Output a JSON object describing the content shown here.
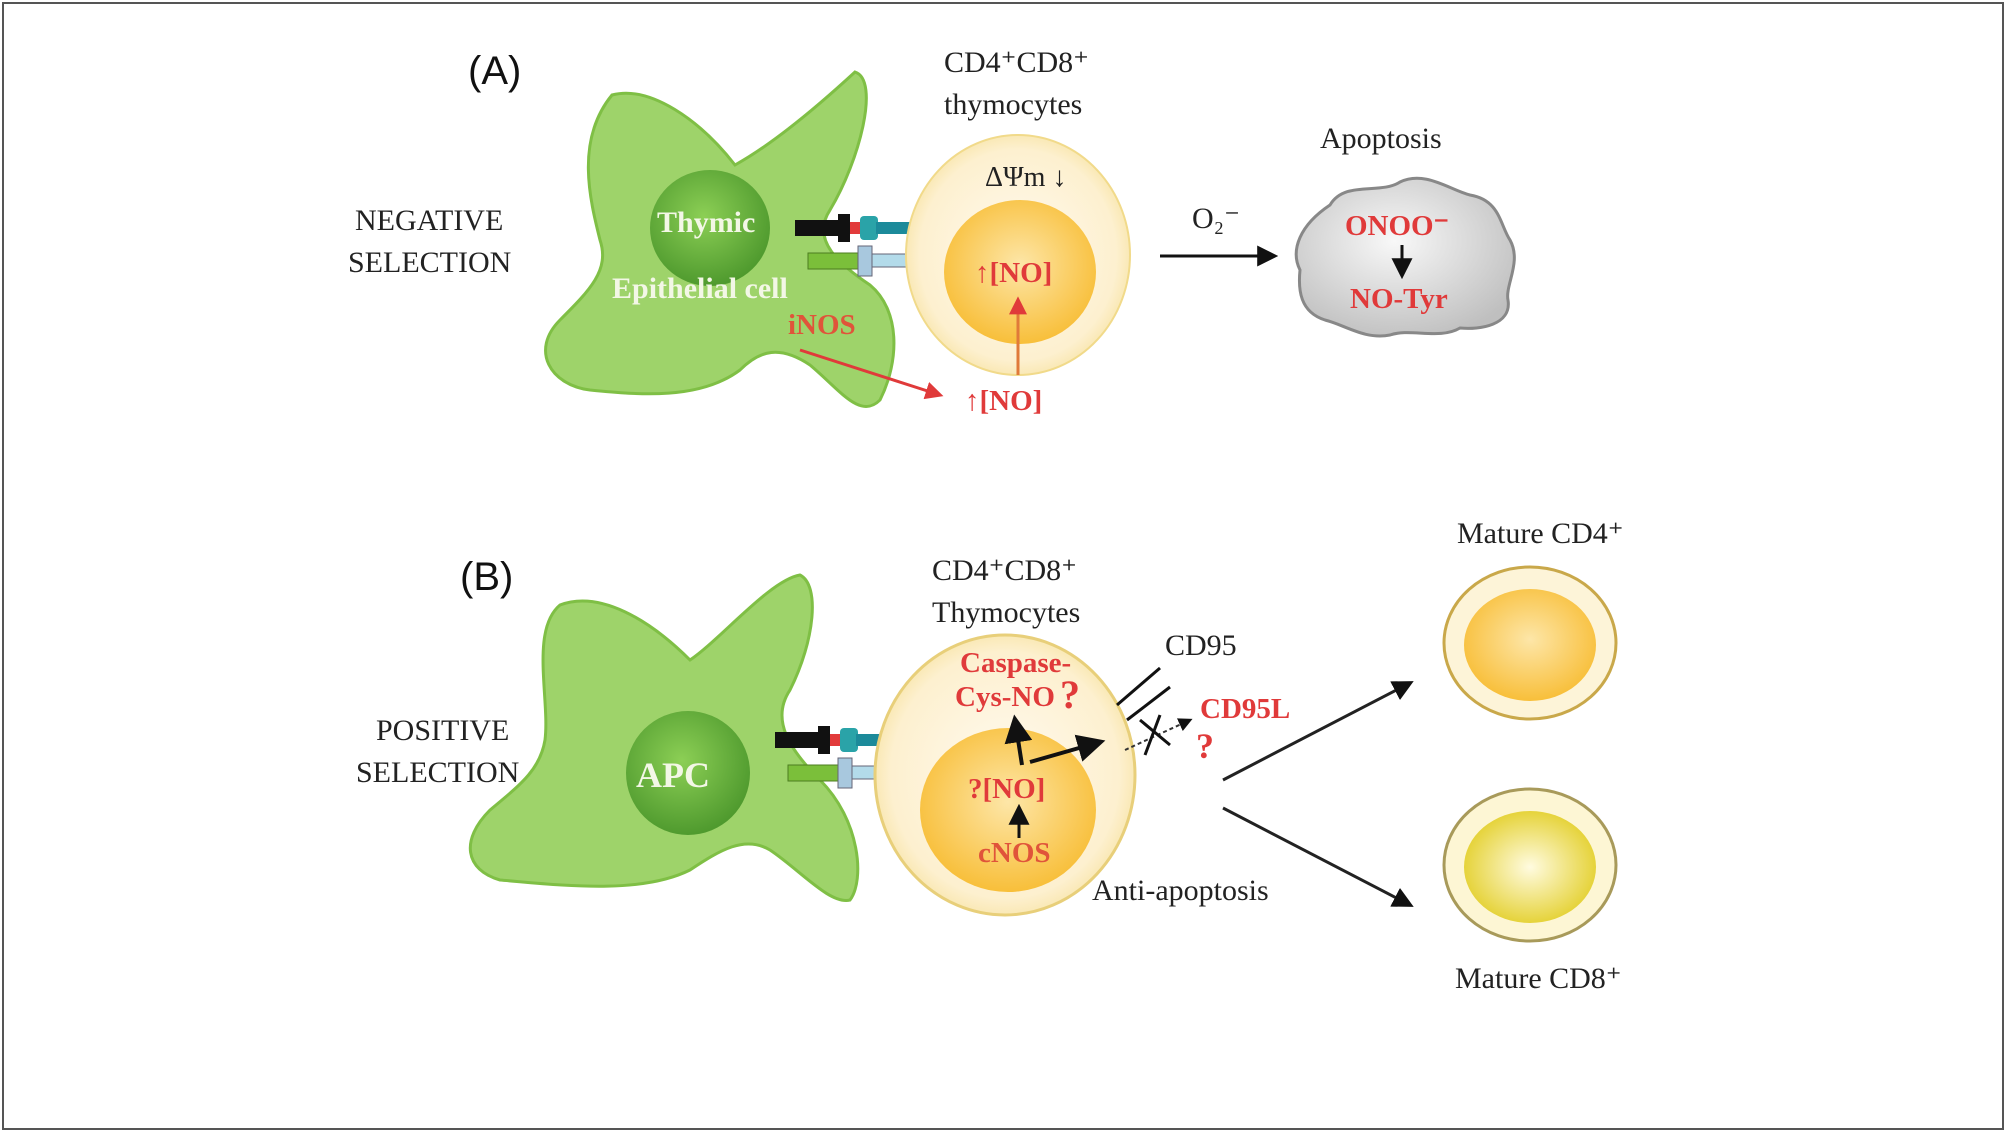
{
  "panels": [
    {
      "id": "A",
      "label": "(A)",
      "selection_label_line1": "NEGATIVE",
      "selection_label_line2": "SELECTION",
      "presenting_cell_line1": "Thymic",
      "presenting_cell_line2": "Epithelial cell",
      "enzyme": "iNOS",
      "thymocyte_title_line1": "CD4⁺CD8⁺",
      "thymocyte_title_line2": "thymocytes",
      "membrane_potential": "ΔΨm ↓",
      "inner_no": "↑[NO]",
      "outer_no": "↑[NO]",
      "arrow_label": "O₂⁻",
      "outcome_title": "Apoptosis",
      "outcome_line1": "ONOO⁻",
      "outcome_line2": "NO-Tyr"
    },
    {
      "id": "B",
      "label": "(B)",
      "selection_label_line1": "POSITIVE",
      "selection_label_line2": "SELECTION",
      "presenting_cell": "APC",
      "thymocyte_title_line1": "CD4⁺CD8⁺",
      "thymocyte_title_line2": "Thymocytes",
      "caspase_line1": "Caspase-",
      "caspase_line2": "Cys-NO",
      "question": "?",
      "inner_no": "?[NO]",
      "enzyme": "cNOS",
      "receptor": "CD95",
      "ligand": "CD95L",
      "ligand_question": "?",
      "outcome": "Anti-apoptosis",
      "mature_1": "Mature CD4⁺",
      "mature_2": "Mature CD8⁺"
    }
  ],
  "colors": {
    "cell_green": "#8fcc5a",
    "nucleus_green": "#5ea83a",
    "thymocyte_pale": "#fdf1cf",
    "thymocyte_core": "#f9c64a",
    "red_text": "#e03a3a",
    "cloud_gray": "#d8d8d8"
  }
}
